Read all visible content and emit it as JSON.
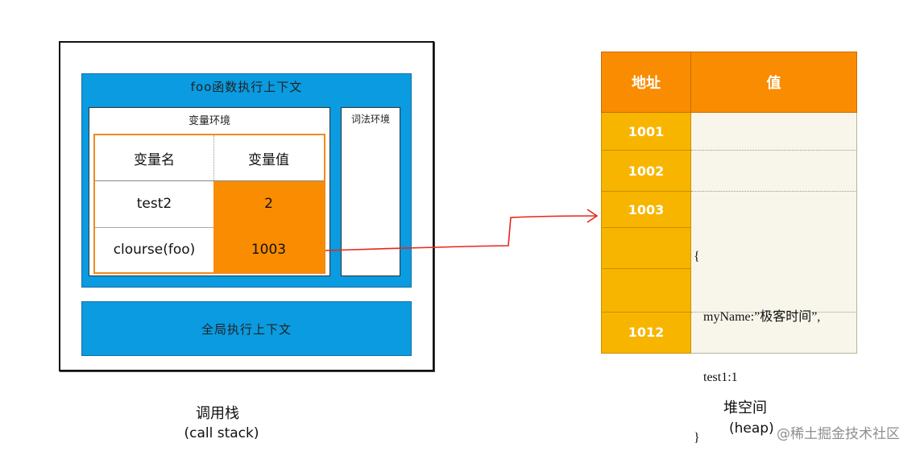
{
  "call_stack": {
    "foo_context_title": "foo函数执行上下文",
    "variable_env_title": "变量环境",
    "lexical_env_title": "词法环境",
    "table": {
      "headers": [
        "变量名",
        "变量值"
      ],
      "rows": [
        {
          "name": "test2",
          "value": "2"
        },
        {
          "name": "clourse(foo)",
          "value": "1003"
        }
      ]
    },
    "global_context_title": "全局执行上下文",
    "label": "调用栈",
    "sublabel": "(call stack)"
  },
  "heap": {
    "header_address": "地址",
    "header_value": "值",
    "addresses": [
      "1001",
      "1002",
      "1003",
      "1012"
    ],
    "object_lines": [
      "{",
      "   myName:”极客时间”,",
      "   test1:1",
      "}"
    ],
    "label": "堆空间",
    "sublabel": "(heap)"
  },
  "watermark": "@稀土掘金技术社区",
  "colors": {
    "context_blue": "#0a9be0",
    "orange": "#f98c00",
    "address_yellow": "#f7b500",
    "value_cream": "#f8f6ea",
    "arrow_red": "#e8261c"
  }
}
